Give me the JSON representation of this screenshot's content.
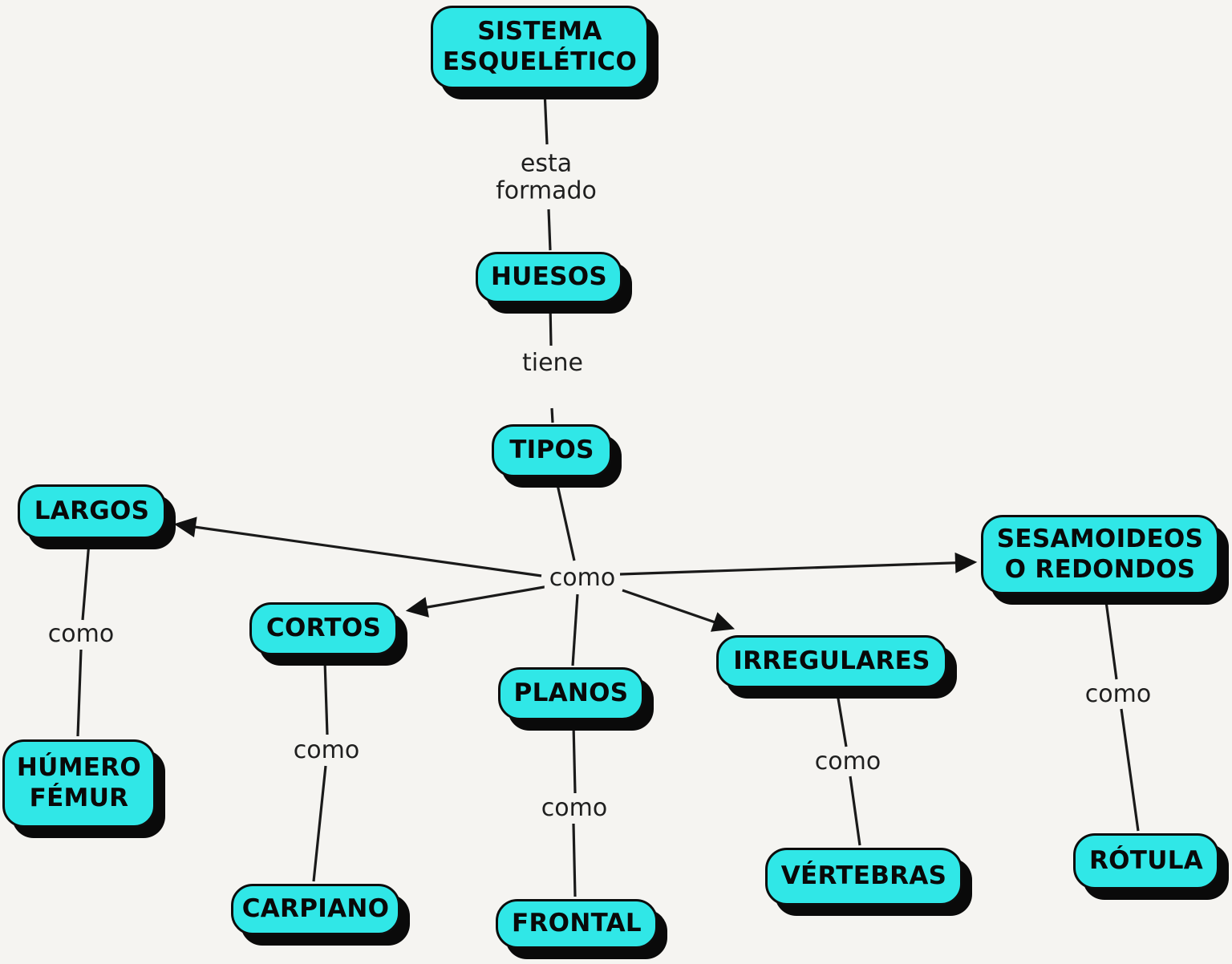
{
  "diagram": {
    "type": "concept-map",
    "language": "es",
    "colors": {
      "background": "#f5f4f1",
      "node_fill": "#30e7e7",
      "node_border": "#0c0c0c",
      "node_shadow": "#0a0a0a",
      "line": "#1a1a1a",
      "text": "#090909"
    }
  },
  "nodes": {
    "sistema": {
      "label": "SISTEMA\nESQUELÉTICO"
    },
    "huesos": {
      "label": "HUESOS"
    },
    "tipos": {
      "label": "TIPOS"
    },
    "largos": {
      "label": "LARGOS"
    },
    "cortos": {
      "label": "CORTOS"
    },
    "planos": {
      "label": "PLANOS"
    },
    "irregulares": {
      "label": "IRREGULARES"
    },
    "sesamoideos": {
      "label": "SESAMOIDEOS\nO REDONDOS"
    },
    "humero_femur": {
      "label": "HÚMERO\nFÉMUR"
    },
    "carpiano": {
      "label": "CARPIANO"
    },
    "frontal": {
      "label": "FRONTAL"
    },
    "vertebras": {
      "label": "VÉRTEBRAS"
    },
    "rotula": {
      "label": "RÓTULA"
    }
  },
  "edge_labels": {
    "esta_formado": "esta\nformado",
    "tiene": "tiene",
    "como_hub": "como",
    "como_largos": "como",
    "como_cortos": "como",
    "como_planos": "como",
    "como_irregulares": "como",
    "como_sesamoideos": "como"
  },
  "edges": [
    {
      "from": "SISTEMA ESQUELÉTICO",
      "to": "HUESOS",
      "label": "esta formado",
      "arrow": false
    },
    {
      "from": "HUESOS",
      "to": "TIPOS",
      "label": "tiene",
      "arrow": false
    },
    {
      "from": "TIPOS",
      "to": "LARGOS",
      "label": "como",
      "arrow": true
    },
    {
      "from": "TIPOS",
      "to": "CORTOS",
      "label": "como",
      "arrow": true
    },
    {
      "from": "TIPOS",
      "to": "PLANOS",
      "label": "como",
      "arrow": false
    },
    {
      "from": "TIPOS",
      "to": "IRREGULARES",
      "label": "como",
      "arrow": true
    },
    {
      "from": "TIPOS",
      "to": "SESAMOIDEOS O REDONDOS",
      "label": "como",
      "arrow": true
    },
    {
      "from": "LARGOS",
      "to": "HÚMERO FÉMUR",
      "label": "como",
      "arrow": false
    },
    {
      "from": "CORTOS",
      "to": "CARPIANO",
      "label": "como",
      "arrow": false
    },
    {
      "from": "PLANOS",
      "to": "FRONTAL",
      "label": "como",
      "arrow": false
    },
    {
      "from": "IRREGULARES",
      "to": "VÉRTEBRAS",
      "label": "como",
      "arrow": false
    },
    {
      "from": "SESAMOIDEOS O REDONDOS",
      "to": "RÓTULA",
      "label": "como",
      "arrow": false
    }
  ]
}
